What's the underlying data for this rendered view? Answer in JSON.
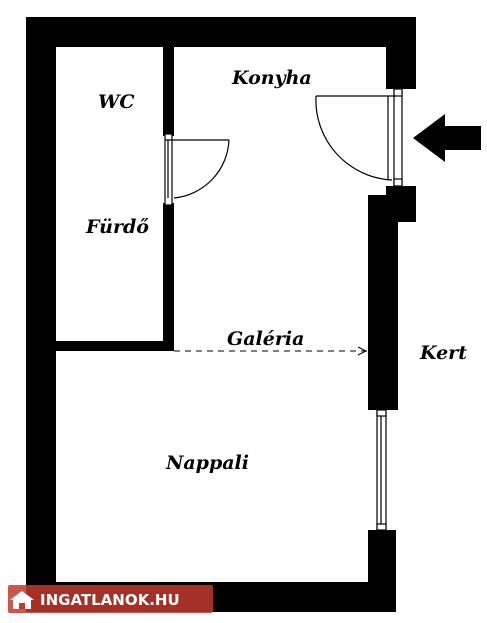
{
  "rooms": {
    "wc": "WC",
    "bathroom": "Fürdő",
    "kitchen": "Konyha",
    "gallery": "Galéria",
    "garden": "Kert",
    "living_room": "Nappali"
  },
  "watermark": {
    "text": "INGATLANOK.HU",
    "color": "#c0392b"
  },
  "colors": {
    "wall": "#000000",
    "background": "#ffffff"
  },
  "icons": {
    "entrance": "arrow-left-icon",
    "watermark_logo": "house-icon"
  }
}
